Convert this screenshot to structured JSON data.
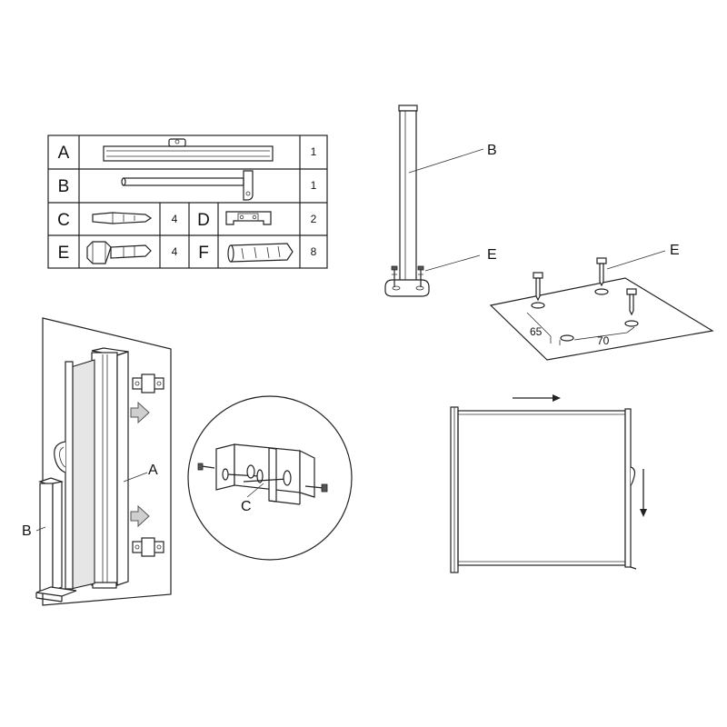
{
  "parts_table": {
    "rows": [
      {
        "letter": "A",
        "qty": "1"
      },
      {
        "letter": "B",
        "qty": "1"
      },
      {
        "letter": "C",
        "qty": "4"
      },
      {
        "letter": "D",
        "qty": "2"
      },
      {
        "letter": "E",
        "qty": "4"
      },
      {
        "letter": "F",
        "qty": "8"
      }
    ]
  },
  "callouts": {
    "post": "B",
    "post_bolts": "E",
    "floor_bolts": "E",
    "cassette": "A",
    "wall_post": "B",
    "detail_anchor": "C"
  },
  "dimensions": {
    "spacing_a": "65",
    "spacing_b": "70"
  },
  "colors": {
    "line": "#222222",
    "gray_fill": "#e6e6e6",
    "arrow_fill": "#cfcfcf"
  }
}
